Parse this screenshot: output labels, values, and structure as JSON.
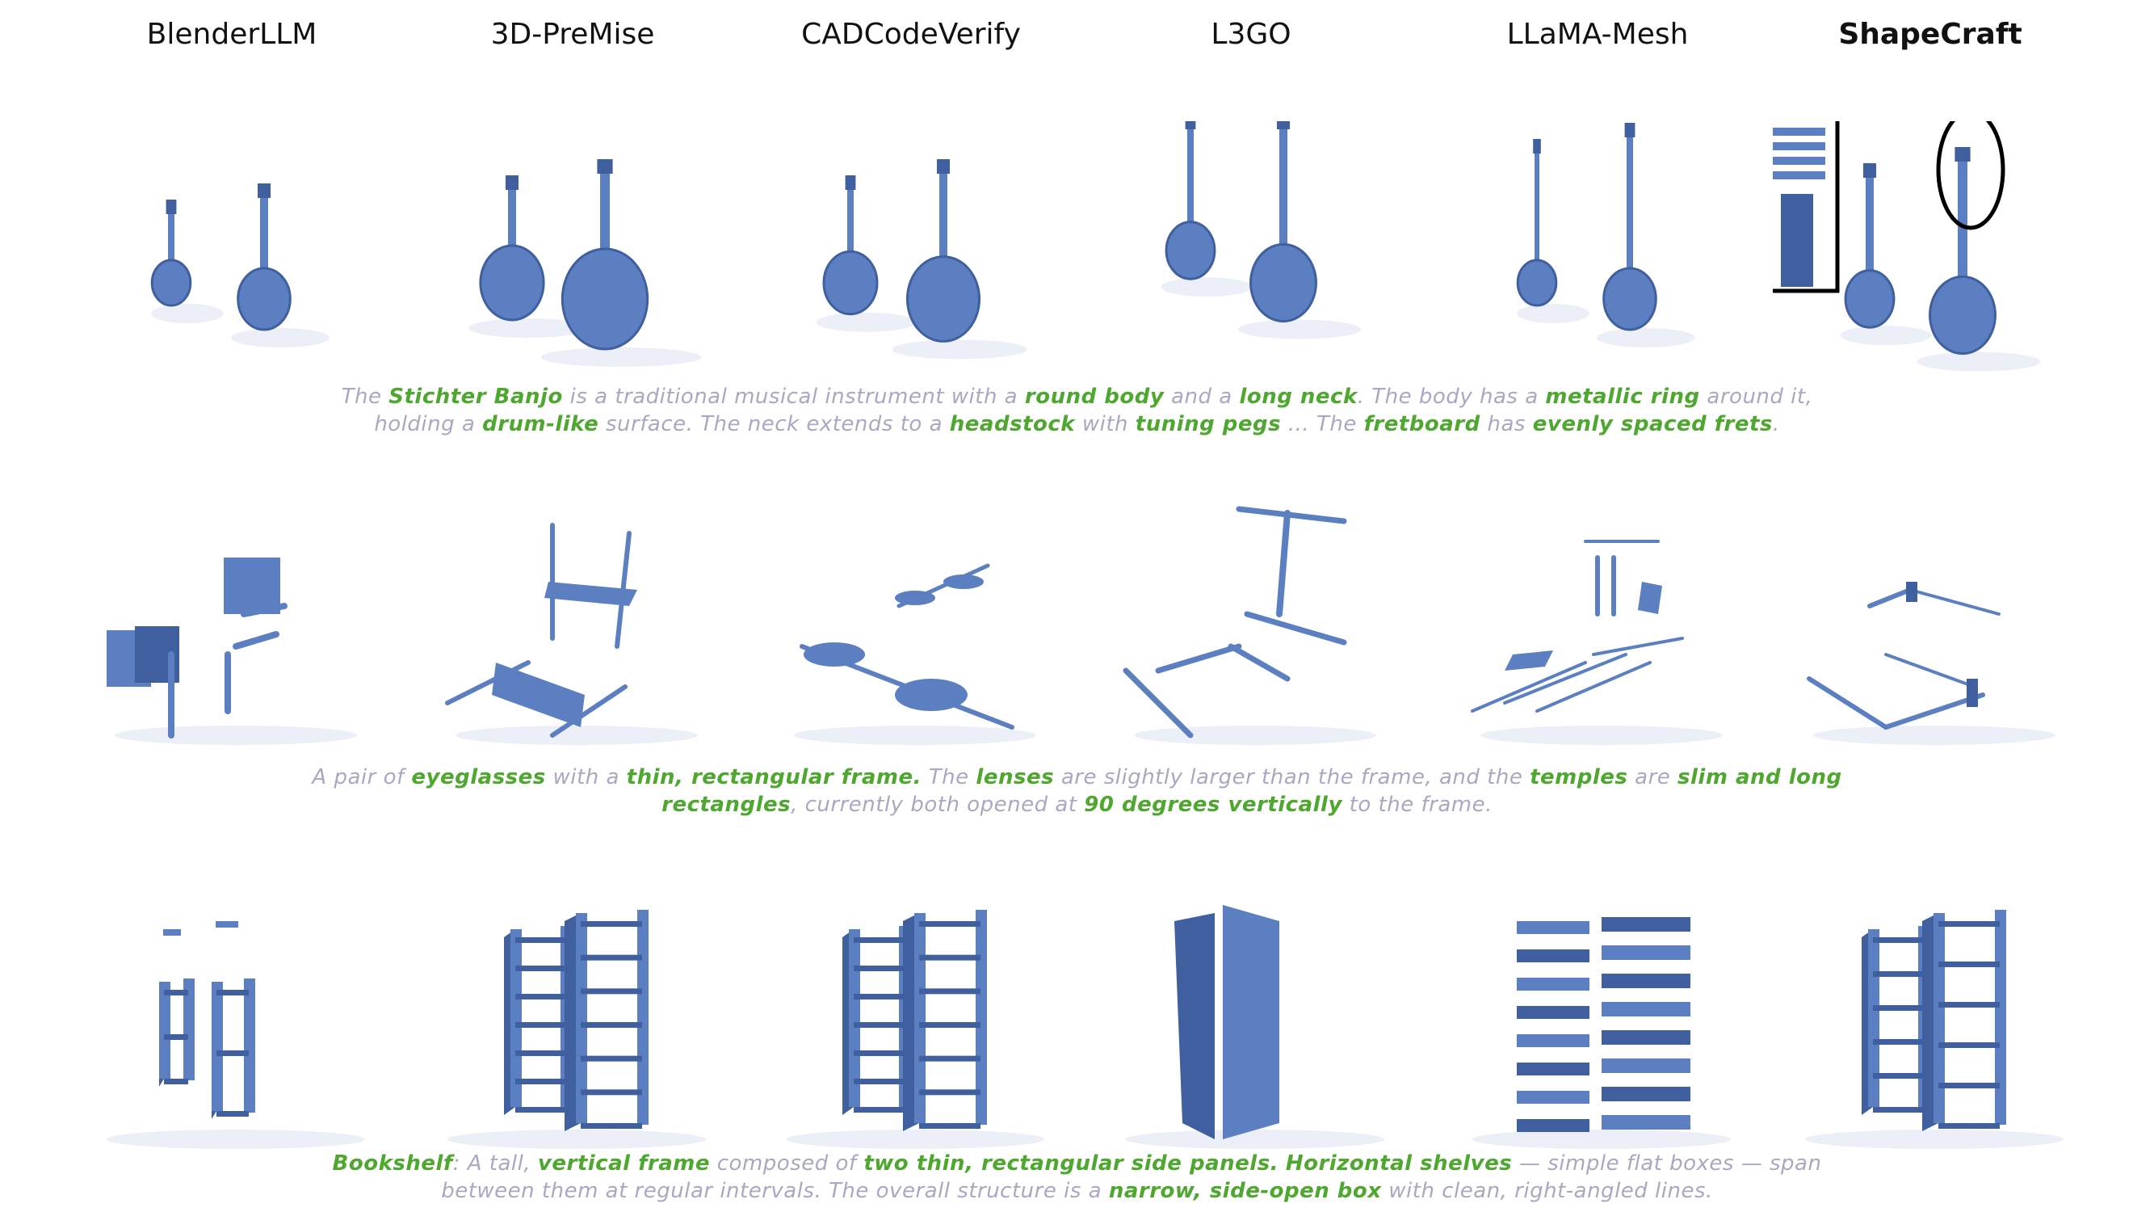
{
  "columns": [
    "BlenderLLM",
    "3D-PreMise",
    "CADCodeVerify",
    "L3GO",
    "LLaMA-Mesh",
    "ShapeCraft"
  ],
  "rows": [
    {
      "object": "banjo",
      "caption_lines": [
        [
          {
            "t": "The "
          },
          {
            "t": "Stichter Banjo",
            "hl": true
          },
          {
            "t": " is a traditional musical instrument with a "
          },
          {
            "t": "round body",
            "hl": true
          },
          {
            "t": " and a "
          },
          {
            "t": "long neck",
            "hl": true
          },
          {
            "t": ". The body has a "
          },
          {
            "t": "metallic ring",
            "hl": true
          },
          {
            "t": " around it,"
          }
        ],
        [
          {
            "t": "holding a "
          },
          {
            "t": "drum-like",
            "hl": true
          },
          {
            "t": " surface. The neck extends to a "
          },
          {
            "t": "headstock",
            "hl": true
          },
          {
            "t": " with "
          },
          {
            "t": "tuning pegs",
            "hl": true
          },
          {
            "t": " ... The "
          },
          {
            "t": "fretboard",
            "hl": true
          },
          {
            "t": " has "
          },
          {
            "t": "evenly spaced frets",
            "hl": true
          },
          {
            "t": "."
          }
        ]
      ]
    },
    {
      "object": "eyeglasses",
      "caption_lines": [
        [
          {
            "t": "A pair of "
          },
          {
            "t": "eyeglasses",
            "hl": true
          },
          {
            "t": " with a "
          },
          {
            "t": "thin, rectangular frame.",
            "hl": true
          },
          {
            "t": " The "
          },
          {
            "t": "lenses",
            "hl": true
          },
          {
            "t": " are slightly larger than the frame, and the "
          },
          {
            "t": "temples",
            "hl": true
          },
          {
            "t": " are "
          },
          {
            "t": "slim and long",
            "hl": true
          }
        ],
        [
          {
            "t": "rectangles",
            "hl": true
          },
          {
            "t": ", currently both opened at "
          },
          {
            "t": "90 degrees vertically",
            "hl": true
          },
          {
            "t": " to the frame."
          }
        ]
      ]
    },
    {
      "object": "bookshelf",
      "caption_lines": [
        [
          {
            "t": "Bookshelf",
            "hl": true
          },
          {
            "t": ": A tall, "
          },
          {
            "t": "vertical frame",
            "hl": true
          },
          {
            "t": " composed of "
          },
          {
            "t": "two thin, rectangular side panels.",
            "hl": true
          },
          {
            "t": " "
          },
          {
            "t": "Horizontal shelves",
            "hl": true
          },
          {
            "t": " — simple flat boxes — span"
          }
        ],
        [
          {
            "t": "between them at regular intervals. The overall structure is a "
          },
          {
            "t": "narrow, side-open box",
            "hl": true
          },
          {
            "t": " with clean, right-angled lines."
          }
        ]
      ]
    }
  ],
  "colors": {
    "mesh": "#5b7fc0",
    "mesh_dark": "#3f5f9e",
    "highlight": "#4ea72e",
    "caption": "#a9a8c2"
  }
}
